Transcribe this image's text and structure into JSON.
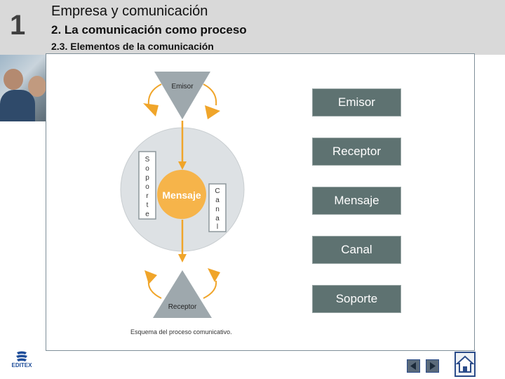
{
  "header": {
    "unit_number": "1",
    "title": "Empresa y comunicación",
    "subtitle": "2. La comunicación como proceso",
    "section": "2.3. Elementos de la comunicación"
  },
  "diagram": {
    "emisor": "Emisor",
    "receptor": "Receptor",
    "mensaje": "Mensaje",
    "soporte_letters": [
      "S",
      "o",
      "p",
      "o",
      "r",
      "t",
      "e"
    ],
    "canal_letters": [
      "C",
      "a",
      "n",
      "a",
      "l"
    ],
    "caption": "Esquema del proceso comunicativo."
  },
  "terms": [
    "Emisor",
    "Receptor",
    "Mensaje",
    "Canal",
    "Soporte"
  ],
  "footer": {
    "logo_text": "EDITEX"
  },
  "colors": {
    "header_bg": "#d9d9d9",
    "button_bg": "#5e7271",
    "circle": "#dde1e4",
    "mensaje": "#f6b44a",
    "arrow": "#f0a52a",
    "triangle": "#9ea8ad"
  }
}
